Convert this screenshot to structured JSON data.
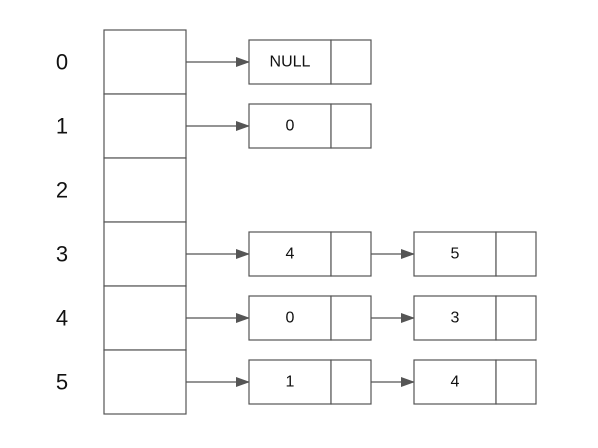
{
  "rows": [
    {
      "index": "0",
      "nodes": [
        "NULL"
      ]
    },
    {
      "index": "1",
      "nodes": [
        "0"
      ]
    },
    {
      "index": "2",
      "nodes": []
    },
    {
      "index": "3",
      "nodes": [
        "4",
        "5"
      ]
    },
    {
      "index": "4",
      "nodes": [
        "0",
        "3"
      ]
    },
    {
      "index": "5",
      "nodes": [
        "1",
        "4"
      ]
    }
  ]
}
